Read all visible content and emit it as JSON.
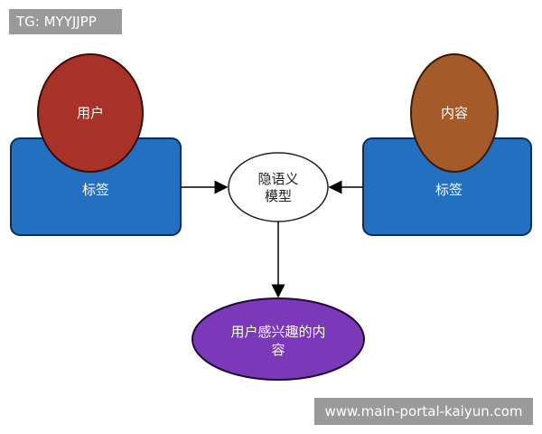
{
  "watermark_top": "TG: MYYJJPP",
  "watermark_bottom": "www.main-portal-kaiyun.com",
  "diagram": {
    "left_box": {
      "label": "标签"
    },
    "left_circle": {
      "label": "用户"
    },
    "right_box": {
      "label": "标签"
    },
    "right_circle": {
      "label": "内容"
    },
    "center_node": {
      "line1": "隐语义",
      "line2": "模型"
    },
    "bottom_node": {
      "line1": "用户感兴趣的内",
      "line2": "容"
    }
  },
  "colors": {
    "box_blue": "#2270bf",
    "user_red": "#a83228",
    "content_brown": "#a55a2a",
    "result_purple": "#7b38b8"
  }
}
